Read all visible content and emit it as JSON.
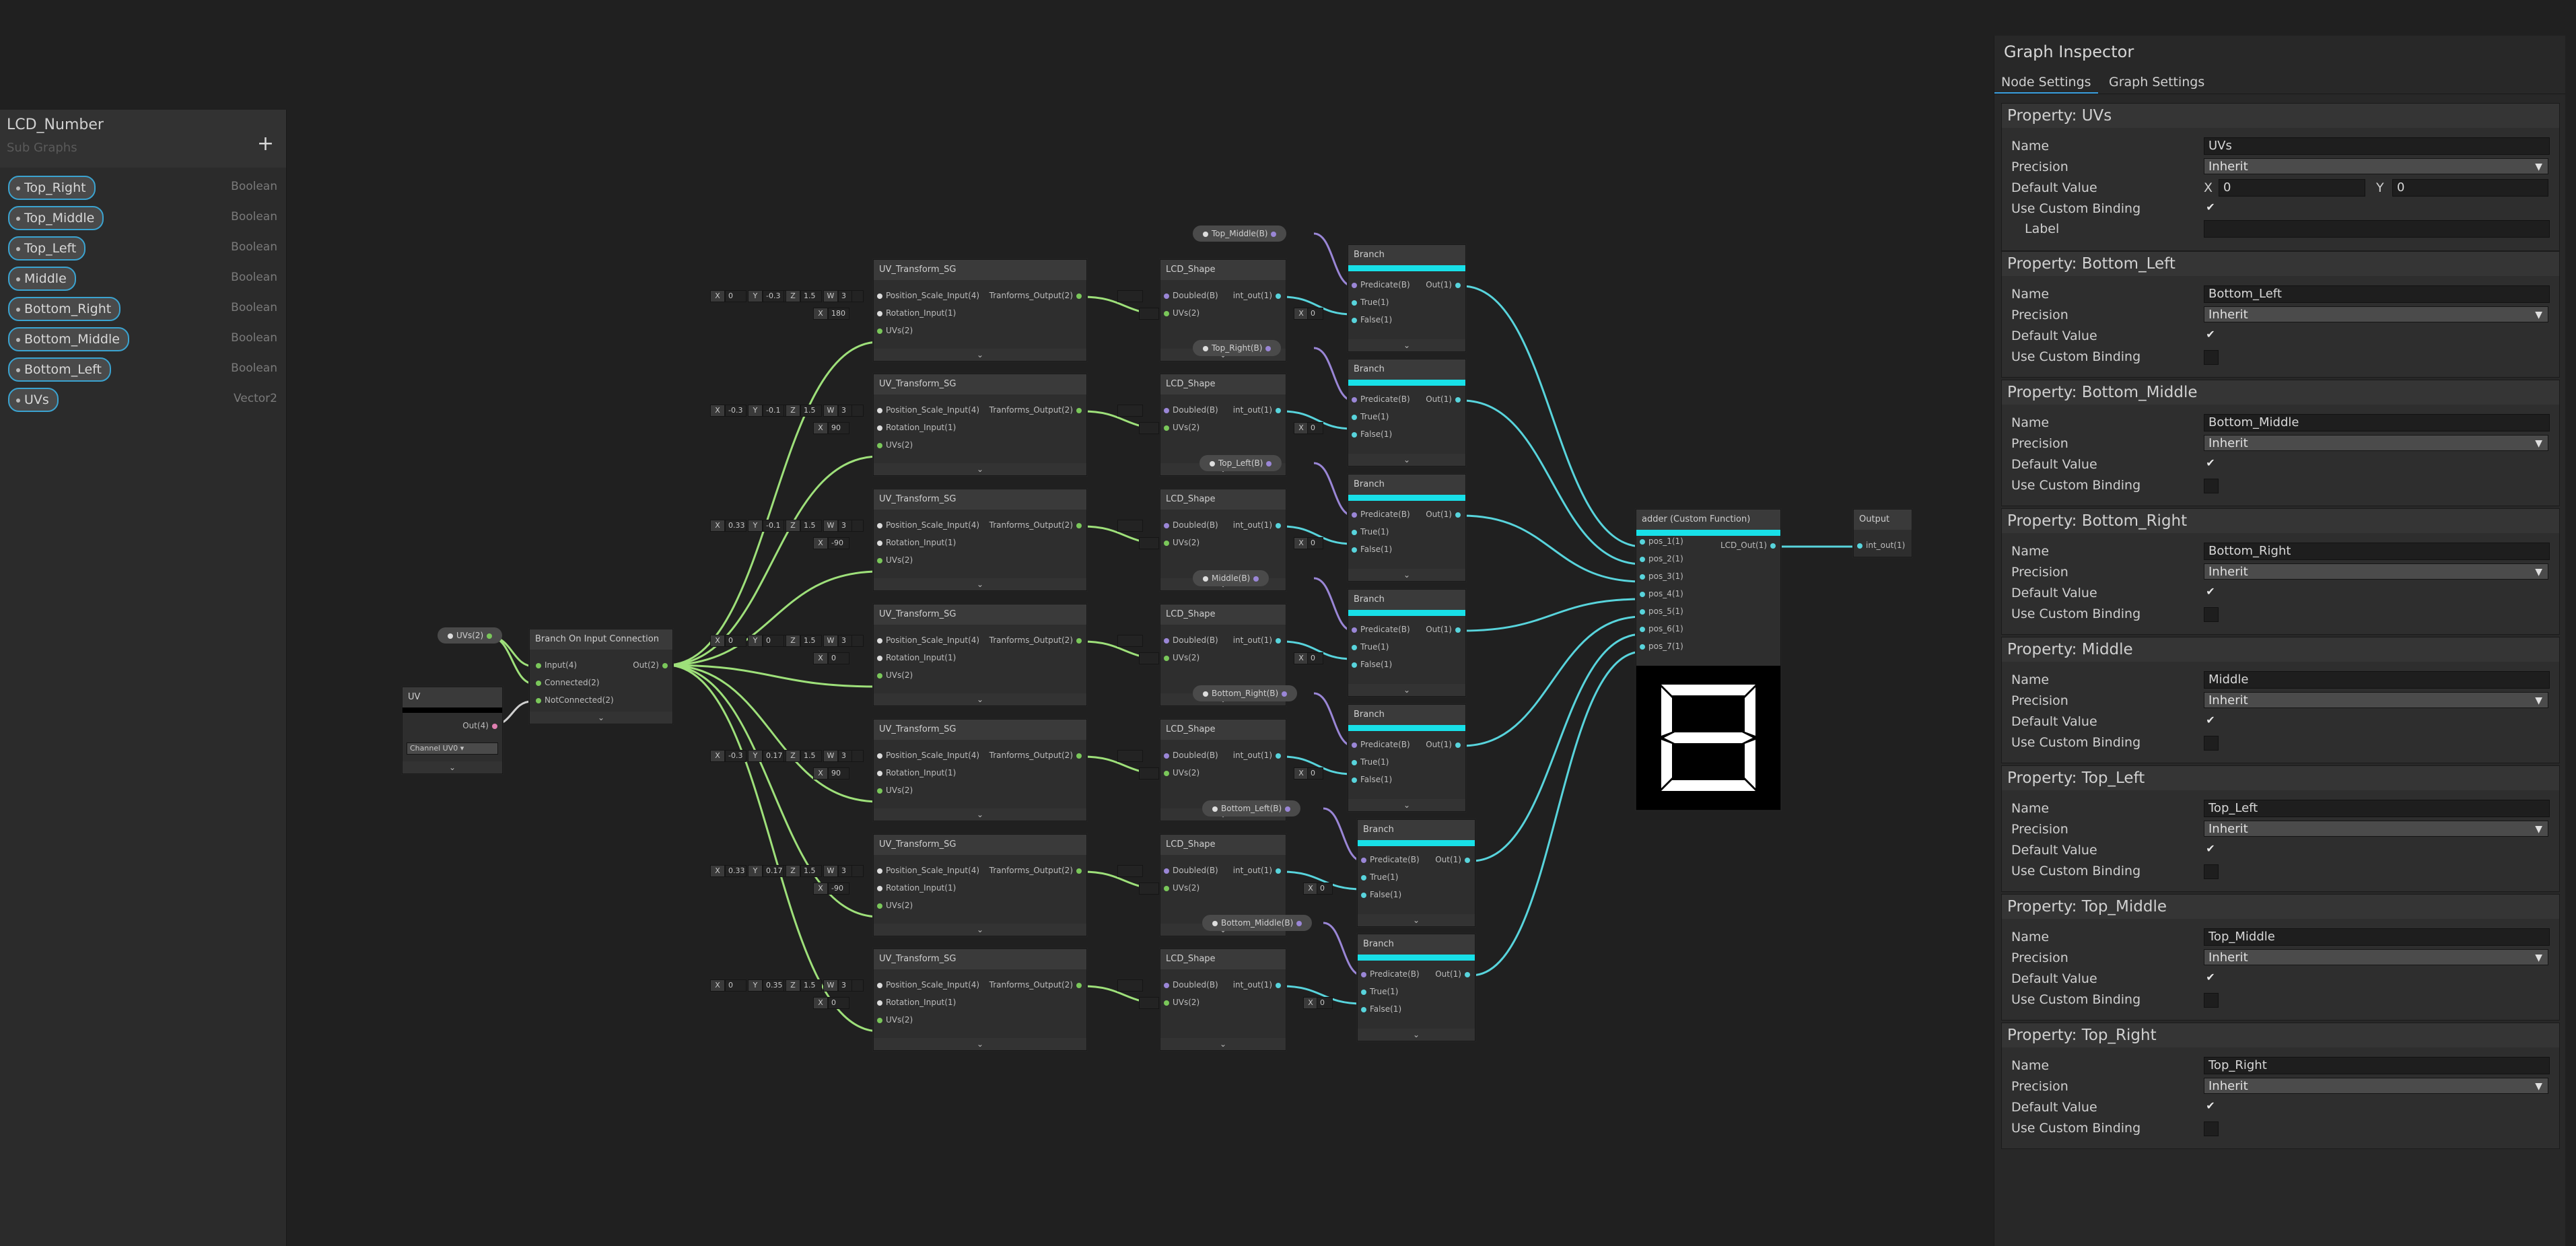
{
  "blackboard": {
    "title": "LCD_Number",
    "subtitle": "Sub Graphs",
    "add_label": "+",
    "properties": [
      {
        "name": "Top_Right",
        "type": "Boolean"
      },
      {
        "name": "Top_Middle",
        "type": "Boolean"
      },
      {
        "name": "Top_Left",
        "type": "Boolean"
      },
      {
        "name": "Middle",
        "type": "Boolean"
      },
      {
        "name": "Bottom_Right",
        "type": "Boolean"
      },
      {
        "name": "Bottom_Middle",
        "type": "Boolean"
      },
      {
        "name": "Bottom_Left",
        "type": "Boolean"
      },
      {
        "name": "UVs",
        "type": "Vector2"
      }
    ]
  },
  "graph": {
    "uvs_prop": "UVs(2)",
    "uv_node": {
      "title": "UV",
      "out": "Out(4)",
      "channel_label": "Channel",
      "channel": "UV0"
    },
    "branch_input": {
      "title": "Branch On Input Connection",
      "ports": [
        "Input(4)",
        "Connected(2)",
        "NotConnected(2)"
      ],
      "out": "Out(2)"
    },
    "transform": {
      "title": "UV_Transform_SG",
      "in_ports": [
        "Position_Scale_Input(4)",
        "Rotation_Input(1)",
        "UVs(2)"
      ],
      "out": "Tranforms_Output(2)",
      "rows": [
        {
          "x": "0",
          "y": "-0.3",
          "z": "1.5",
          "w": "3",
          "r": "180"
        },
        {
          "x": "-0.3",
          "y": "-0.1",
          "z": "1.5",
          "w": "3",
          "r": "90"
        },
        {
          "x": "0.33",
          "y": "-0.1",
          "z": "1.5",
          "w": "3",
          "r": "-90"
        },
        {
          "x": "0",
          "y": "0",
          "z": "1.5",
          "w": "3",
          "r": "0"
        },
        {
          "x": "-0.3",
          "y": "0.17",
          "z": "1.5",
          "w": "3",
          "r": "90"
        },
        {
          "x": "0.33",
          "y": "0.17",
          "z": "1.5",
          "w": "3",
          "r": "-90"
        },
        {
          "x": "0",
          "y": "0.35",
          "z": "1.5",
          "w": "3",
          "r": "0"
        }
      ]
    },
    "shape": {
      "title": "LCD_Shape",
      "in_ports": [
        "Doubled(B)",
        "UVs(2)"
      ],
      "out": "int_out(1)"
    },
    "branch": {
      "title": "Branch",
      "in_ports": [
        "Predicate(B)",
        "True(1)",
        "False(1)"
      ],
      "out": "Out(1)",
      "false_default": "0"
    },
    "branch_props": [
      "Top_Middle(B)",
      "Top_Right(B)",
      "Top_Left(B)",
      "Middle(B)",
      "Bottom_Right(B)",
      "Bottom_Left(B)",
      "Bottom_Middle(B)"
    ],
    "adder": {
      "title": "adder (Custom Function)",
      "ports": [
        "pos_1(1)",
        "pos_2(1)",
        "pos_3(1)",
        "pos_4(1)",
        "pos_5(1)",
        "pos_6(1)",
        "pos_7(1)"
      ],
      "out": "LCD_Out(1)"
    },
    "output": {
      "title": "Output",
      "port": "int_out(1)"
    }
  },
  "inspector": {
    "title": "Graph Inspector",
    "tabs": [
      "Node Settings",
      "Graph Settings"
    ],
    "labels": {
      "name": "Name",
      "precision": "Precision",
      "default": "Default Value",
      "binding": "Use Custom Binding",
      "label": "Label"
    },
    "uvs": {
      "header": "Property: UVs",
      "name": "UVs",
      "precision": "Inherit",
      "x_label": "X",
      "x": "0",
      "y_label": "Y",
      "y": "0"
    },
    "bool_sections": [
      {
        "header": "Property: Bottom_Left",
        "name": "Bottom_Left",
        "precision": "Inherit"
      },
      {
        "header": "Property: Bottom_Middle",
        "name": "Bottom_Middle",
        "precision": "Inherit"
      },
      {
        "header": "Property: Bottom_Right",
        "name": "Bottom_Right",
        "precision": "Inherit"
      },
      {
        "header": "Property: Middle",
        "name": "Middle",
        "precision": "Inherit"
      },
      {
        "header": "Property: Top_Left",
        "name": "Top_Left",
        "precision": "Inherit"
      },
      {
        "header": "Property: Top_Middle",
        "name": "Top_Middle",
        "precision": "Inherit"
      },
      {
        "header": "Property: Top_Right",
        "name": "Top_Right",
        "precision": "Inherit"
      }
    ],
    "check": "✔"
  }
}
